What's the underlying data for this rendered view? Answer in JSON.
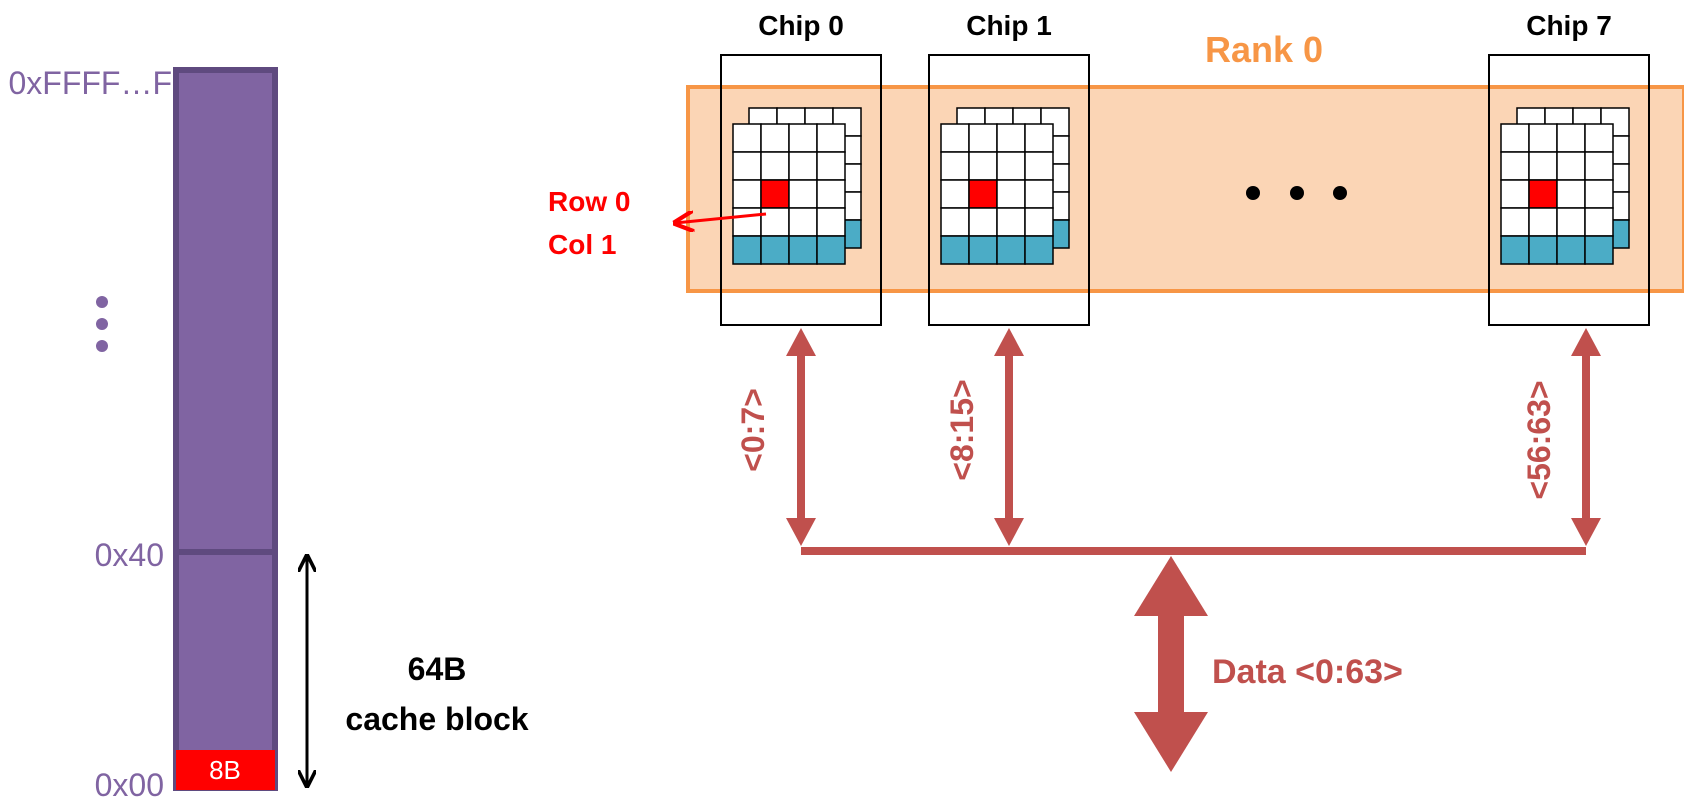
{
  "memory": {
    "top_address": "0xFFFF…F",
    "block_boundary_address": "0x40",
    "bottom_address": "0x00",
    "word_label": "8B",
    "block_size_label": "64B",
    "block_name_label": "cache block"
  },
  "rank": {
    "label": "Rank 0",
    "chips": [
      {
        "label": "Chip 0",
        "bus_label": "<0:7>"
      },
      {
        "label": "Chip 1",
        "bus_label": "<8:15>"
      },
      {
        "label": "Chip 7",
        "bus_label": "<56:63>"
      }
    ]
  },
  "selection": {
    "row_label": "Row 0",
    "col_label": "Col 1"
  },
  "data_bus_label": "Data <0:63>",
  "colors": {
    "memory_fill": "#8064a2",
    "memory_stroke": "#5f4a7f",
    "address_text": "#8064a2",
    "highlight": "#ff0000",
    "rank_fill": "#fbd5b5",
    "rank_stroke": "#f79646",
    "rank_text": "#f79646",
    "bus": "#c0504d",
    "row_buffer": "#4bacc6"
  }
}
